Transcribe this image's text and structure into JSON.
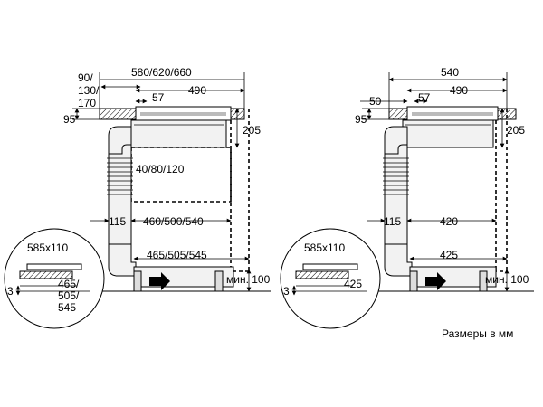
{
  "left": {
    "dims": {
      "depth_offset": "90/\n130/\n170",
      "top_width": "580/620/660",
      "inner_490": "490",
      "inner_57": "57",
      "height_95": "95",
      "height_205": "205",
      "duct_40": "40/80/120",
      "width_115": "115",
      "width_460": "460/500/540",
      "width_465": "465/505/545",
      "min_100": "мин. 100",
      "detail_585": "585x110",
      "detail_3": "3",
      "detail_465": "465/\n505/\n545"
    }
  },
  "right": {
    "dims": {
      "top_width": "540",
      "inner_490": "490",
      "offset_50": "50",
      "inner_57": "57",
      "height_95": "95",
      "height_205": "205",
      "width_115": "115",
      "width_420": "420",
      "width_425": "425",
      "min_100": "мин. 100",
      "detail_585": "585x110",
      "detail_3": "3",
      "detail_425": "425"
    }
  },
  "caption": "Размеры в мм"
}
